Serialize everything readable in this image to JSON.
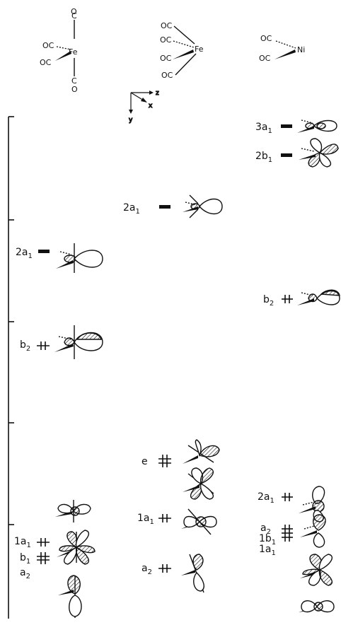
{
  "structures": {
    "left": {
      "atoms": {
        "center": "Fe",
        "top": "C",
        "top_o": "O",
        "bottom": "C",
        "bottom_o": "O",
        "eq1": "OC",
        "eq2": "OC"
      }
    },
    "middle": {
      "atoms": {
        "center": "Fe",
        "l1": "OC",
        "l2": "OC",
        "l3": "OC",
        "l4": "OC"
      }
    },
    "right": {
      "atoms": {
        "center": "Ni",
        "l1": "OC",
        "l2": "OC"
      }
    }
  },
  "axes": {
    "z": "z",
    "x": "x",
    "y": "y"
  },
  "levels": {
    "left": [
      {
        "label": "2a",
        "sub": "1",
        "occupancy": "empty"
      },
      {
        "label": "b",
        "sub": "2",
        "occupancy": "filled"
      },
      {
        "label": "1a",
        "sub": "1",
        "occupancy": "filled"
      },
      {
        "label": "b",
        "sub": "1",
        "occupancy": "filled"
      },
      {
        "label": "a",
        "sub": "2",
        "occupancy": "filled"
      }
    ],
    "middle": [
      {
        "label": "2a",
        "sub": "1",
        "occupancy": "empty"
      },
      {
        "label": "e",
        "sub": "",
        "occupancy": "filled"
      },
      {
        "label": "1a",
        "sub": "1",
        "occupancy": "filled"
      },
      {
        "label": "a",
        "sub": "2",
        "occupancy": "filled"
      }
    ],
    "right": [
      {
        "label": "3a",
        "sub": "1",
        "occupancy": "empty"
      },
      {
        "label": "2b",
        "sub": "1",
        "occupancy": "empty"
      },
      {
        "label": "b",
        "sub": "2",
        "occupancy": "filled"
      },
      {
        "label": "2a",
        "sub": "1",
        "occupancy": "filled"
      },
      {
        "label": "a",
        "sub": "2",
        "occupancy": "filled"
      },
      {
        "label": "1b",
        "sub": "1",
        "occupancy": "filled"
      },
      {
        "label": "1a",
        "sub": "1",
        "occupancy": "filled"
      }
    ]
  },
  "energy_axis": {
    "ticks": 5
  },
  "colors": {
    "ink": "#111111",
    "background": "#ffffff"
  }
}
